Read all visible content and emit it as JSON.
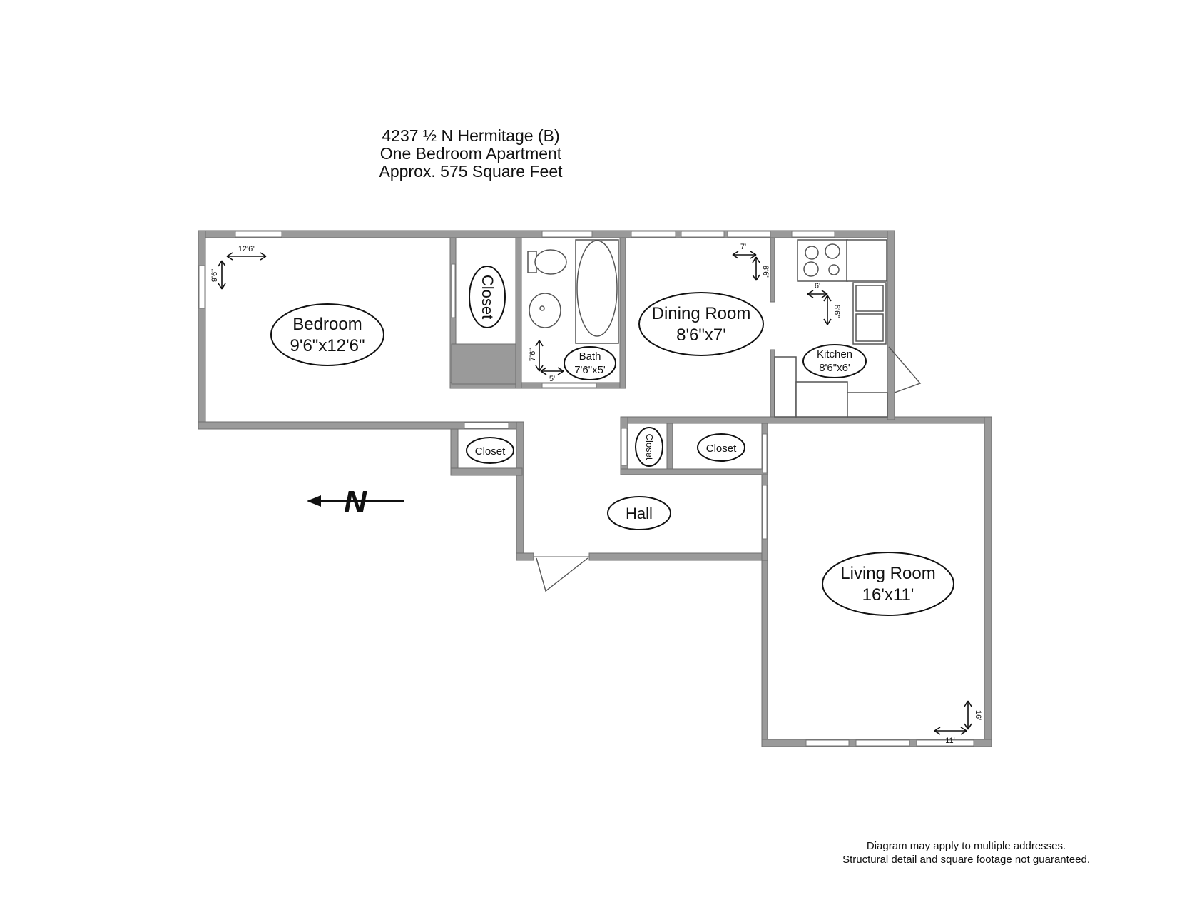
{
  "header": {
    "line1": "4237 ½ N Hermitage (B)",
    "line2": "One Bedroom Apartment",
    "line3": "Approx. 575 Square Feet"
  },
  "rooms": {
    "bedroom": {
      "name": "Bedroom",
      "size": "9'6\"x12'6\""
    },
    "bedroom_closet": {
      "name": "Closet"
    },
    "bath": {
      "name": "Bath",
      "size": "7'6\"x5'"
    },
    "dining": {
      "name": "Dining Room",
      "size": "8'6\"x7'"
    },
    "kitchen": {
      "name": "Kitchen",
      "size": "8'6\"x6'"
    },
    "hall_closet_left": {
      "name": "Closet"
    },
    "hall_closet_small": {
      "name": "Closet"
    },
    "hall_closet_right": {
      "name": "Closet"
    },
    "hall": {
      "name": "Hall"
    },
    "living": {
      "name": "Living Room",
      "size": "16'x11'"
    }
  },
  "dimensions": {
    "bedroom_w": "12'6\"",
    "bedroom_h": "9'6\"",
    "bath_h": "7'6\"",
    "bath_w": "5'",
    "dining_w": "7'",
    "dining_h": "8'6\"",
    "kitchen_w": "6'",
    "kitchen_h": "8'6\"",
    "living_h": "16'",
    "living_w": "11'"
  },
  "compass": {
    "label": "N"
  },
  "disclaimer": {
    "line1": "Diagram may apply to multiple addresses.",
    "line2": "Structural detail and square footage not guaranteed."
  }
}
